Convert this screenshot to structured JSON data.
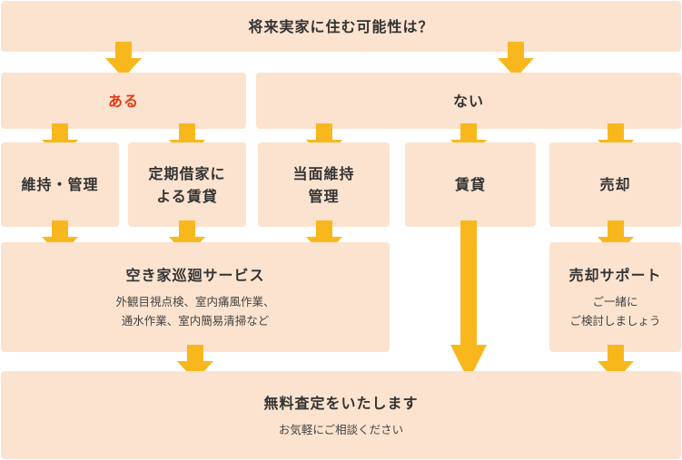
{
  "question": "将来実家に住む可能性は？",
  "branch_yes": "ある",
  "branch_no": "ない",
  "options": {
    "maintain": "維持・管理",
    "rental_line1": "定期借家に",
    "rental_line2": "よる賃貸",
    "temp_line1": "当面維持",
    "temp_line2": "管理",
    "lease": "賃貸",
    "sell": "売却"
  },
  "patrol": {
    "title": "空き家巡廻サービス",
    "desc_line1": "外観目視点検、室内痛風作業、",
    "desc_line2": "通水作業、室内簡易清掃など"
  },
  "sell_support": {
    "title": "売却サポート",
    "desc_line1": "ご一緒に",
    "desc_line2": "ご検討しましょう"
  },
  "assessment": {
    "title": "無料査定をいたします",
    "desc": "お気軽にご相談ください"
  },
  "colors": {
    "box": "#fbe3cf",
    "arrow": "#f8b81d",
    "accent": "#e53a14"
  }
}
